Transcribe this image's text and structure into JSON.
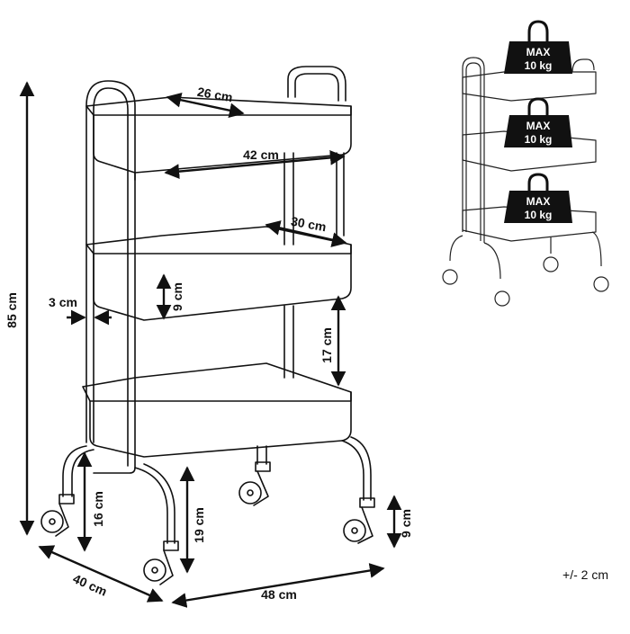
{
  "dimensions": {
    "height_total": "85 cm",
    "depth": "40 cm",
    "width": "48 cm",
    "top_basket_inner": "26 cm",
    "top_basket_length": "42 cm",
    "middle_basket_depth": "30 cm",
    "frame_tube": "3 cm",
    "basket_height": "9 cm",
    "shelf_spacing": "17 cm",
    "leg_left": "16 cm",
    "leg_middle": "19 cm",
    "caster": "9 cm"
  },
  "load": {
    "line1": "MAX",
    "line2": "10 kg"
  },
  "tolerance": "+/- 2 cm"
}
